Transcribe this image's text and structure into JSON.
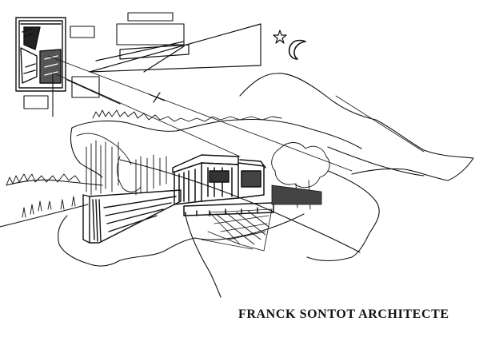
{
  "caption": "FRANCK SONTOT ARCHITECTE",
  "colors": {
    "ink": "#111111",
    "paper": "#ffffff"
  },
  "picture": {
    "type": "architectural-sketch",
    "elements": [
      "inset-site-plan",
      "moon-icon",
      "star-icon",
      "house",
      "hillside-outline",
      "tree-line",
      "retaining-wall"
    ]
  }
}
